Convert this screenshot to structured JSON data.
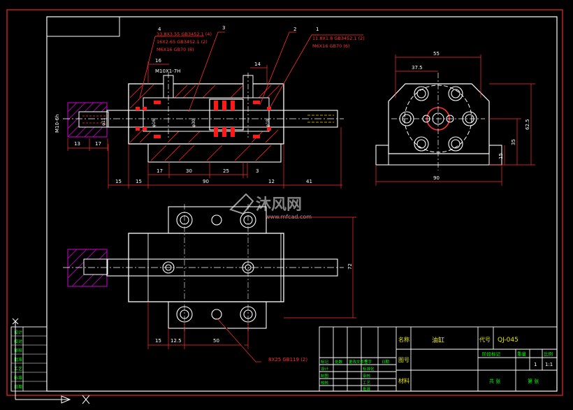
{
  "colors": {
    "background": "#000000",
    "frame": "#cc2222",
    "outline": "#ffffff",
    "dimension": "#ff3030",
    "centerline": "#ffffff",
    "hatch": "#ff2a2a",
    "seal": "#ff1a1a",
    "rod_end": "#b000b0",
    "title_text": "#e8e800",
    "table_text": "#00ff00",
    "watermark": "#9a9a9a"
  },
  "balloons": {
    "b4": "4",
    "b3": "3",
    "b2": "2",
    "b1": "1"
  },
  "callouts": {
    "left_line1": "33.8X3.55 GB3452.1 (4)",
    "left_line2": "16X2.65 GB3452.1 (2)",
    "left_line3": "M6X16 GB70 (8)",
    "right_line1": "11.8X1.8 GB3452.1 (2)",
    "right_line2": "M6X16 GB70 (6)",
    "thread_port": "M10X1-7H",
    "rod_thread": "M10-6h",
    "pin_bottom": "8X25 GB119 (2)"
  },
  "dims_top": {
    "d16": "16",
    "d14": "14",
    "d13": "13",
    "d17a": "17",
    "phi16": "φ16",
    "phi30": "φ30",
    "phi18": "φ18",
    "phi11": "φ11",
    "bot_15a": "15",
    "bot_15b": "15",
    "bot_17": "17",
    "bot_30": "30",
    "bot_25": "25",
    "bot_3": "3",
    "bot_90": "90",
    "bot_12": "12",
    "bot_41": "41"
  },
  "dims_side": {
    "d55": "55",
    "d375": "37.5",
    "d625": "62.5",
    "d35": "35",
    "d15": "15",
    "d90": "90"
  },
  "dims_plan": {
    "d72": "72",
    "d15": "15",
    "d125": "12.5",
    "d50": "50"
  },
  "watermark": {
    "brand": "沐风网",
    "url": "www.mfcad.com"
  },
  "title_block": {
    "name_label": "名称",
    "part_name": "油缸",
    "code_label": "代号",
    "drawing_no": "QJ-045",
    "figure_label": "图号",
    "material_label": "材料",
    "stage_label": "阶段标记",
    "weight_label": "重量",
    "scale_label": "比例",
    "qty_one": "1",
    "scale_value": "1:1",
    "sheet_total": "共 张",
    "sheet_no": "第 张",
    "rev_mark": "标记",
    "rev_count": "处数",
    "rev_file": "更改文件号",
    "rev_sign": "签字",
    "rev_date": "日期",
    "design": "设计",
    "draw": "制图",
    "check": "校核",
    "std_check": "标准化",
    "review": "审核",
    "process": "工艺",
    "approve": "批准"
  },
  "side_stamp": [
    "设计",
    "校对",
    "审核",
    "批准",
    "工艺",
    "标准",
    "日期"
  ]
}
